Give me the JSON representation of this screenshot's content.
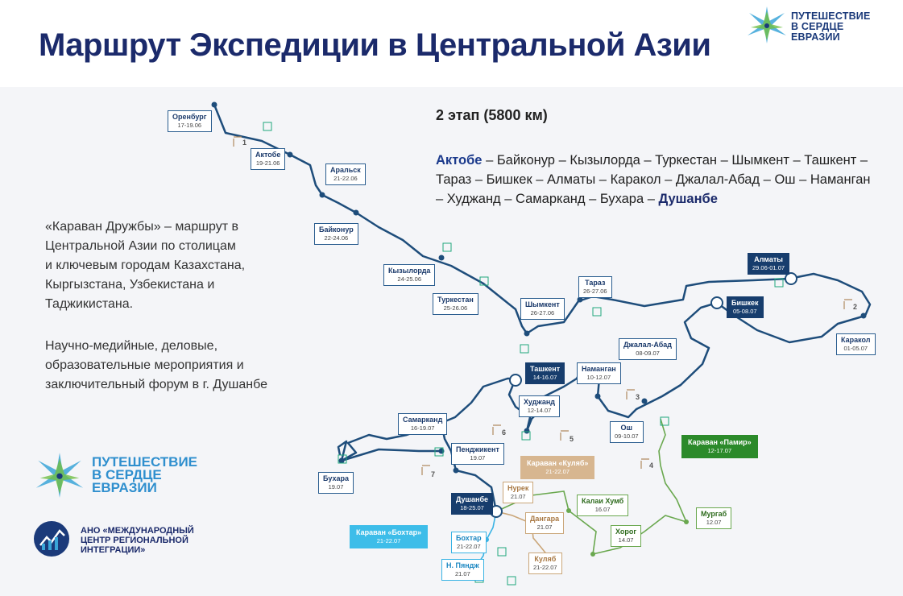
{
  "header": {
    "title": "Маршрут Экспедиции в Центральной Азии",
    "brand_lines": [
      "ПУТЕШЕСТВИЕ",
      "В СЕРДЦЕ",
      "ЕВРАЗИИ"
    ]
  },
  "stage": {
    "title": "2 этап (5800 км)",
    "route_start": "Актобе",
    "route_line1_rest": " – Байконур – Кызылорда – Туркестан – Шымкент – Ташкент –",
    "route_line2": "Тараз – Бишкек – Алматы – Каракол – Джалал-Абад – Ош – Наманган",
    "route_line3_pre": "– Худжанд – Самарканд – Бухара – ",
    "route_end": "Душанбе"
  },
  "description": {
    "para1": [
      "«Караван Дружбы» – маршрут в",
      "Центральной Азии по столицам",
      "и ключевым городам Казахстана,",
      "Кыргызстана, Узбекистана и",
      "Таджикистана."
    ],
    "para2": [
      "Научно-медийные, деловые,",
      "образовательные мероприятия и",
      "заключительный форум в г. Душанбе"
    ]
  },
  "ano": {
    "lines": [
      "АНО «МЕЖДУНАРОДНЫЙ",
      "ЦЕНТР РЕГИОНАЛЬНОЙ",
      "ИНТЕГРАЦИИ»"
    ]
  },
  "cities": {
    "orenburg": {
      "name": "Оренбург",
      "dates": "17-19.06"
    },
    "aktobe": {
      "name": "Актобе",
      "dates": "19-21.06"
    },
    "aralsk": {
      "name": "Аральск",
      "dates": "21-22.06"
    },
    "baikonur": {
      "name": "Байконур",
      "dates": "22-24.06"
    },
    "kyzylorda": {
      "name": "Кызылорда",
      "dates": "24-25.06"
    },
    "turkestan": {
      "name": "Туркестан",
      "dates": "25-26.06"
    },
    "shymkent": {
      "name": "Шымкент",
      "dates": "26-27.06"
    },
    "taraz": {
      "name": "Тараз",
      "dates": "26-27.06"
    },
    "almaty": {
      "name": "Алматы",
      "dates": "29.06-01.07"
    },
    "bishkek": {
      "name": "Бишкек",
      "dates": "05-08.07"
    },
    "karakol": {
      "name": "Каракол",
      "dates": "01-05.07"
    },
    "jalalabad": {
      "name": "Джалал-Абад",
      "dates": "08-09.07"
    },
    "namangan": {
      "name": "Наманган",
      "dates": "10-12.07"
    },
    "osh": {
      "name": "Ош",
      "dates": "09-10.07"
    },
    "tashkent": {
      "name": "Ташкент",
      "dates": "14-16.07"
    },
    "khujand": {
      "name": "Худжанд",
      "dates": "12-14.07"
    },
    "samarkand": {
      "name": "Самарканд",
      "dates": "16-19.07"
    },
    "penjikent": {
      "name": "Пенджикент",
      "dates": "19.07"
    },
    "bukhara": {
      "name": "Бухара",
      "dates": "19.07"
    },
    "dushanbe": {
      "name": "Душанбе",
      "dates": "18-25.07"
    },
    "nurek": {
      "name": "Нурек",
      "dates": "21.07"
    },
    "dangara": {
      "name": "Дангара",
      "dates": "21.07"
    },
    "kulyab": {
      "name": "Куляб",
      "dates": "21-22.07"
    },
    "bokhtar": {
      "name": "Бохтар",
      "dates": "21-22.07"
    },
    "npyanj": {
      "name": "Н. Пяндж",
      "dates": "21.07"
    },
    "kalaikhumb": {
      "name": "Калаи Хумб",
      "dates": "16.07"
    },
    "khorog": {
      "name": "Хорог",
      "dates": "14.07"
    },
    "murgab": {
      "name": "Мургаб",
      "dates": "12.07"
    }
  },
  "caravans": {
    "pamir": {
      "name": "Караван «Памир»",
      "dates": "12-17.07"
    },
    "kulyab": {
      "name": "Караван «Куляб»",
      "dates": "21-22.07"
    },
    "bokhtar": {
      "name": "Караван «Бохтар»",
      "dates": "21-22.07"
    }
  },
  "checkpoints": [
    "1",
    "2",
    "3",
    "4",
    "5",
    "6",
    "7"
  ],
  "colors": {
    "route": "#1e4d7b",
    "pamir": "#6aa84f",
    "kulyab": "#caa679",
    "bokhtar": "#39b3e4",
    "title": "#1b2a6b"
  }
}
